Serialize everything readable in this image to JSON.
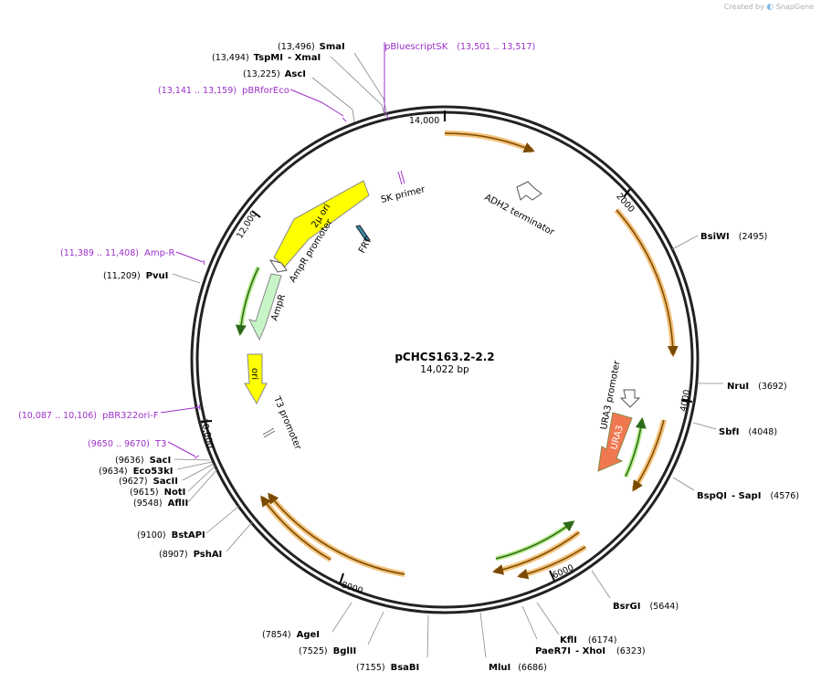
{
  "watermark": {
    "created_by": "Created by",
    "brand": "SnapGene"
  },
  "plasmid": {
    "name": "pCHCS163.2-2.2",
    "length_label": "14,022 bp",
    "length_bp": 14022
  },
  "ticks": [
    {
      "label": "14,000"
    },
    {
      "label": "2000"
    },
    {
      "label": "4000"
    },
    {
      "label": "6000"
    },
    {
      "label": "8000"
    },
    {
      "label": "10,000"
    },
    {
      "label": "12,000"
    }
  ],
  "enzymes": [
    {
      "name": "SmaI",
      "pos": "(13,496)"
    },
    {
      "name": "TspMI",
      "name2": "- XmaI",
      "pos": "(13,494)"
    },
    {
      "name": "AscI",
      "pos": "(13,225)"
    },
    {
      "name": "BsiWI",
      "pos": "(2495)"
    },
    {
      "name": "NruI",
      "pos": "(3692)"
    },
    {
      "name": "SbfI",
      "pos": "(4048)"
    },
    {
      "name": "BspQI",
      "name2": "- SapI",
      "pos": "(4576)"
    },
    {
      "name": "BsrGI",
      "pos": "(5644)"
    },
    {
      "name": "KflI",
      "pos": "(6174)"
    },
    {
      "name": "PaeR7I",
      "name2": "- XhoI",
      "pos": "(6323)"
    },
    {
      "name": "MluI",
      "pos": "(6686)"
    },
    {
      "name": "BsaBI",
      "pos": "(7155)"
    },
    {
      "name": "BglII",
      "pos": "(7525)"
    },
    {
      "name": "AgeI",
      "pos": "(7854)"
    },
    {
      "name": "PshAI",
      "pos": "(8907)"
    },
    {
      "name": "BstAPI",
      "pos": "(9100)"
    },
    {
      "name": "AflII",
      "pos": "(9548)"
    },
    {
      "name": "NotI",
      "pos": "(9615)"
    },
    {
      "name": "SacII",
      "pos": "(9627)"
    },
    {
      "name": "Eco53kI",
      "pos": "(9634)"
    },
    {
      "name": "SacI",
      "pos": "(9636)"
    },
    {
      "name": "PvuI",
      "pos": "(11,209)"
    }
  ],
  "primers": [
    {
      "name": "pBluescriptSK",
      "range": "(13,501 .. 13,517)"
    },
    {
      "name": "pBRforEco",
      "range": "(13,141 .. 13,159)"
    },
    {
      "name": "Amp-R",
      "range": "(11,389 .. 11,408)"
    },
    {
      "name": "pBR322ori-F",
      "range": "(10,087 .. 10,106)"
    },
    {
      "name": "T3",
      "range": "(9650 .. 9670)"
    }
  ],
  "features": [
    {
      "name": "ADH2 terminator"
    },
    {
      "name": "SK primer"
    },
    {
      "name": "FRT"
    },
    {
      "name": "2μ ori"
    },
    {
      "name": "AmpR promoter"
    },
    {
      "name": "AmpR"
    },
    {
      "name": "ori"
    },
    {
      "name": "T3 promoter"
    },
    {
      "name": "URA3 promoter"
    },
    {
      "name": "URA3"
    }
  ],
  "colors": {
    "backbone": "#222222",
    "orf_orange": "#f3c17a",
    "orf_green": "#7fd34a",
    "primer": "#9b30c9",
    "yellow_feature": "#ffff00",
    "ampr_fill": "#c8f5c8",
    "ura3_fill": "#f07850",
    "frt_fill": "#3a8aa0"
  }
}
